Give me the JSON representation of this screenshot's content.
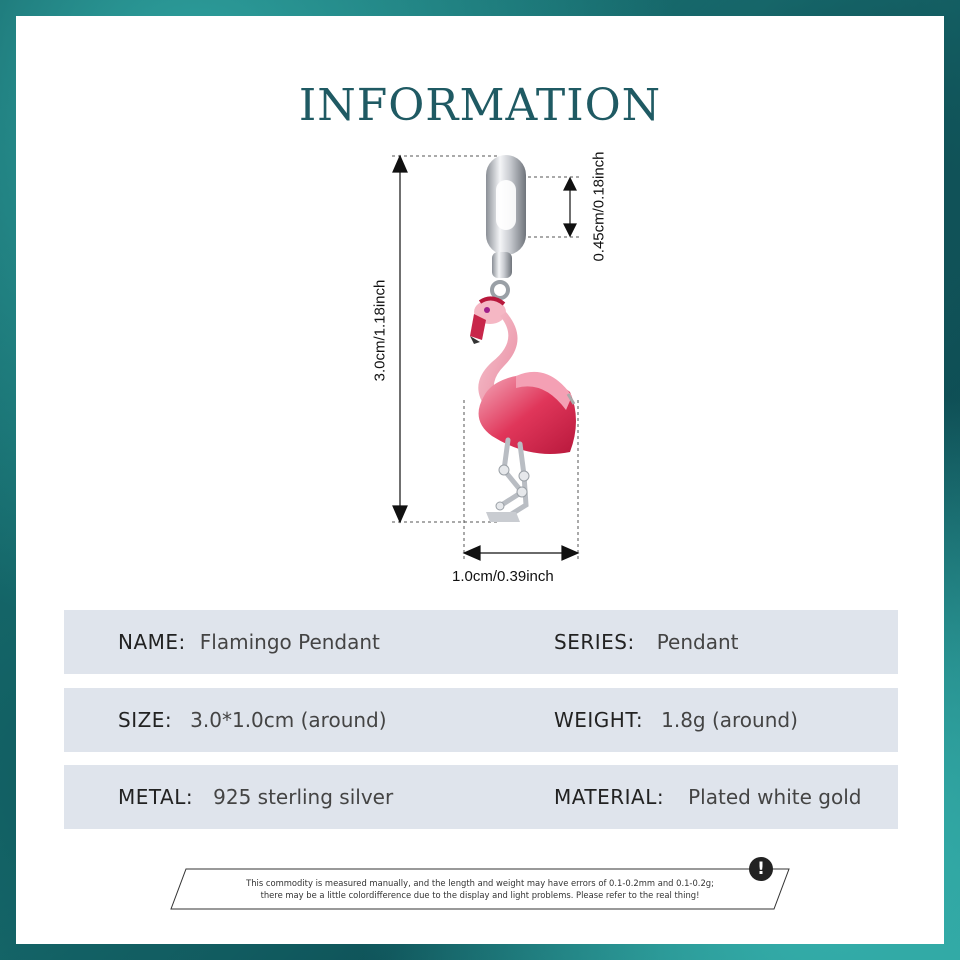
{
  "title": "INFORMATION",
  "dimensions": {
    "height": "3.0cm/1.18inch",
    "ring": "0.45cm/0.18inch",
    "width": "1.0cm/0.39inch"
  },
  "info": {
    "name_label": "NAME:",
    "name_value": "Flamingo Pendant",
    "series_label": "SERIES:",
    "series_value": "Pendant",
    "size_label": "SIZE:",
    "size_value": "3.0*1.0cm (around)",
    "weight_label": "WEIGHT:",
    "weight_value": "1.8g (around)",
    "metal_label": "METAL:",
    "metal_value": "925 sterling silver",
    "material_label": "MATERIAL:",
    "material_value": "Plated white gold"
  },
  "disclaimer": {
    "line1": "This commodity is measured manually, and the length and weight may have errors of 0.1-0.2mm and 0.1-0.2g;",
    "line2": "there may be a little colordifference due to the display and light problems. Please refer to the real thing!",
    "icon": "!"
  },
  "colors": {
    "title": "#1f5a63",
    "row_bg": "#dfe4ec",
    "frame": "#1c6b6e"
  }
}
